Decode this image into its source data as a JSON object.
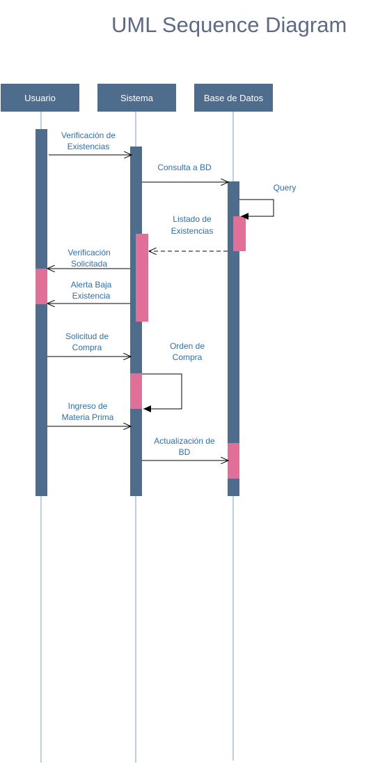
{
  "title": "UML Sequence Diagram",
  "colors": {
    "actor_fill": "#4e6d8c",
    "activation": "#4e6d8c",
    "highlight": "#e07098",
    "lifeline": "#7b9cc9",
    "message_text": "#2e6fa6",
    "arrow": "#000000"
  },
  "actors": [
    {
      "id": "usuario",
      "label": "Usuario"
    },
    {
      "id": "sistema",
      "label": "Sistema"
    },
    {
      "id": "bd",
      "label": "Base de Datos"
    }
  ],
  "messages": [
    {
      "id": "m1",
      "from": "usuario",
      "to": "sistema",
      "style": "solid",
      "lines": [
        "Verificación de",
        "Existencias"
      ]
    },
    {
      "id": "m2",
      "from": "sistema",
      "to": "bd",
      "style": "solid",
      "lines": [
        "Consulta a BD"
      ]
    },
    {
      "id": "m3",
      "from": "bd",
      "to": "bd",
      "style": "self",
      "lines": [
        "Query"
      ]
    },
    {
      "id": "m4",
      "from": "bd",
      "to": "sistema",
      "style": "dashed",
      "lines": [
        "Listado de",
        "Existencias"
      ]
    },
    {
      "id": "m5",
      "from": "sistema",
      "to": "usuario",
      "style": "solid",
      "lines": [
        "Verificación",
        "Solicitada"
      ]
    },
    {
      "id": "m6",
      "from": "sistema",
      "to": "usuario",
      "style": "solid",
      "lines": [
        "Alerta Baja",
        "Existencia"
      ]
    },
    {
      "id": "m7",
      "from": "usuario",
      "to": "sistema",
      "style": "solid",
      "lines": [
        "Solicitud de",
        "Compra"
      ]
    },
    {
      "id": "m8",
      "from": "sistema",
      "to": "sistema",
      "style": "self",
      "lines": [
        "Orden de",
        "Compra"
      ]
    },
    {
      "id": "m9",
      "from": "usuario",
      "to": "sistema",
      "style": "solid",
      "lines": [
        "Ingreso de",
        "Materia Prima"
      ]
    },
    {
      "id": "m10",
      "from": "sistema",
      "to": "bd",
      "style": "solid",
      "lines": [
        "Actualización de",
        "BD"
      ]
    }
  ]
}
